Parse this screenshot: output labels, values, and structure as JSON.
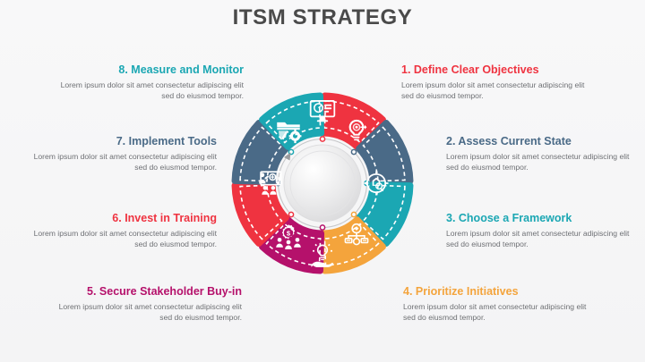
{
  "slide": {
    "title": "ITSM STRATEGY",
    "background_color": "#f6f6f7",
    "title_color": "#4a4a4a"
  },
  "body_text": "Lorem ipsum dolor sit amet consectetur adipiscing elit sed do eiusmod tempor.",
  "steps": [
    {
      "number": "1",
      "heading": "1. Define Clear Objectives",
      "body": "Lorem ipsum dolor sit amet consectetur adipiscing elit sed do eiusmod tempor.",
      "color": "#ef3340",
      "icon": "lightbulb-target-icon",
      "side": "right"
    },
    {
      "number": "2",
      "heading": "2. Assess Current State",
      "body": "Lorem ipsum dolor sit amet consectetur adipiscing elit sed do eiusmod tempor.",
      "color": "#4a6a87",
      "icon": "target-magnifier-icon",
      "side": "right"
    },
    {
      "number": "3",
      "heading": "3. Choose a Framework",
      "body": "Lorem ipsum dolor sit amet consectetur adipiscing elit sed do eiusmod tempor.",
      "color": "#1ba7b3",
      "icon": "hierarchy-diagram-icon",
      "side": "right"
    },
    {
      "number": "4",
      "heading": "4. Prioritize Initiatives",
      "body": "Lorem ipsum dolor sit amet consectetur adipiscing elit sed do eiusmod tempor.",
      "color": "#f4a43c",
      "icon": "hand-lightbulb-icon",
      "side": "right"
    },
    {
      "number": "5",
      "heading": "5. Secure Stakeholder Buy-in",
      "body": "Lorem ipsum dolor sit amet consectetur adipiscing elit sed do eiusmod tempor.",
      "color": "#b5116b",
      "icon": "gear-people-money-icon",
      "side": "left"
    },
    {
      "number": "6",
      "heading": "6. Invest in Training",
      "body": "Lorem ipsum dolor sit amet consectetur adipiscing elit sed do eiusmod tempor.",
      "color": "#ef3340",
      "icon": "training-presentation-icon",
      "side": "left"
    },
    {
      "number": "7",
      "heading": "7. Implement Tools",
      "body": "Lorem ipsum dolor sit amet consectetur adipiscing elit sed do eiusmod tempor.",
      "color": "#4a6a87",
      "icon": "folder-tools-icon",
      "side": "left"
    },
    {
      "number": "8",
      "heading": "8. Measure and Monitor",
      "body": "Lorem ipsum dolor sit amet consectetur adipiscing elit sed do eiusmod tempor.",
      "color": "#1ba7b3",
      "icon": "monitor-dashboard-icon",
      "side": "left"
    }
  ],
  "chart_data": {
    "type": "pie",
    "title": "ITSM STRATEGY",
    "categories": [
      "1. Define Clear Objectives",
      "2. Assess Current State",
      "3. Choose a Framework",
      "4. Prioritize Initiatives",
      "5. Secure Stakeholder Buy-in",
      "6. Invest in Training",
      "7. Implement Tools",
      "8. Measure and Monitor"
    ],
    "values": [
      12.5,
      12.5,
      12.5,
      12.5,
      12.5,
      12.5,
      12.5,
      12.5
    ],
    "colors": [
      "#ef3340",
      "#4a6a87",
      "#1ba7b3",
      "#f4a43c",
      "#b5116b",
      "#ef3340",
      "#4a6a87",
      "#1ba7b3"
    ],
    "legend": "none",
    "grid": false,
    "note": "Equal eight-segment donut; segments clockwise from top starting at 1"
  }
}
